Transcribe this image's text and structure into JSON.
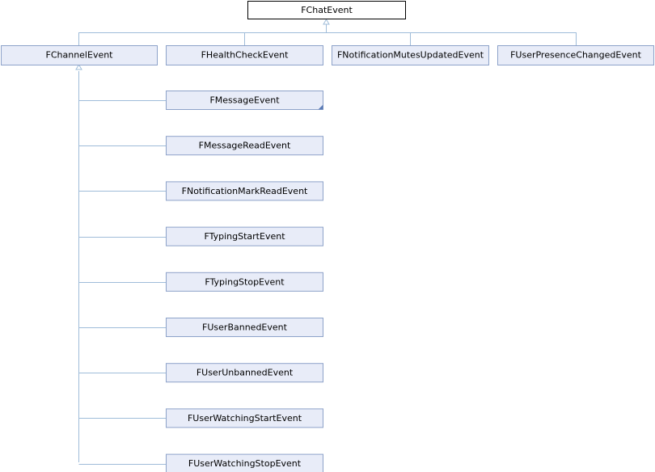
{
  "colors": {
    "root_fill": "#ffffff",
    "root_stroke": "#000000",
    "class_fill": "#e8ecf8",
    "class_stroke": "#8da2c9",
    "edge": "#9fbcd9"
  },
  "root": {
    "label": "FChatEvent"
  },
  "direct_children": [
    {
      "label": "FChannelEvent"
    },
    {
      "label": "FHealthCheckEvent"
    },
    {
      "label": "FNotificationMutesUpdatedEvent"
    },
    {
      "label": "FUserPresenceChangedEvent"
    }
  ],
  "channel_children": [
    {
      "label": "FMessageEvent",
      "has_subclasses": true
    },
    {
      "label": "FMessageReadEvent",
      "has_subclasses": false
    },
    {
      "label": "FNotificationMarkReadEvent",
      "has_subclasses": false
    },
    {
      "label": "FTypingStartEvent",
      "has_subclasses": false
    },
    {
      "label": "FTypingStopEvent",
      "has_subclasses": false
    },
    {
      "label": "FUserBannedEvent",
      "has_subclasses": false
    },
    {
      "label": "FUserUnbannedEvent",
      "has_subclasses": false
    },
    {
      "label": "FUserWatchingStartEvent",
      "has_subclasses": false
    },
    {
      "label": "FUserWatchingStopEvent",
      "has_subclasses": false
    }
  ]
}
